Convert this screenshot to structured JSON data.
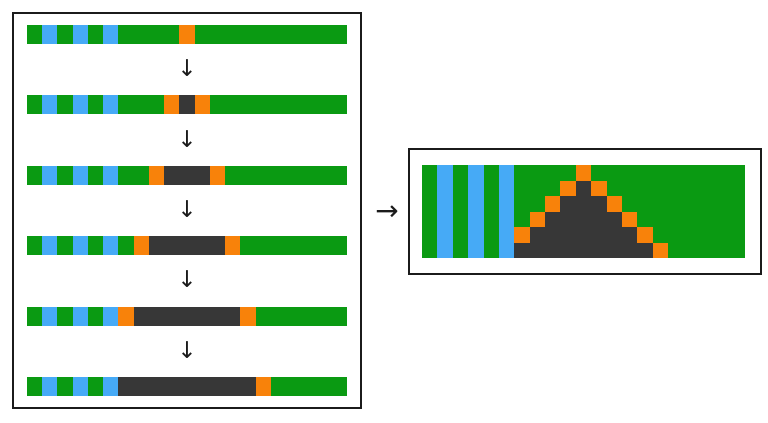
{
  "diagram": {
    "type": "cellular-automaton-evolution",
    "columns": 21,
    "time_steps": 6,
    "cell_colors": {
      "G": "#0a9a12",
      "B": "#46aaf6",
      "O": "#f8820a",
      "D": "#373737"
    },
    "border_color": "#1b1b1b",
    "arrow_color": "#1b1b1b",
    "rows": [
      "GBGBGBGGGGOGGGGGGGGGG",
      "GBGBGBGGGODOGGGGGGGGG",
      "GBGBGBGGODDDOGGGGGGGG",
      "GBGBGBGODDDDDOGGGGGGG",
      "GBGBGBODDDDDDDOGGGGGG",
      "GBGBGBDDDDDDDDDOGGGGG"
    ],
    "step_arrow_glyph": "↓",
    "transform_arrow_glyph": "→"
  }
}
